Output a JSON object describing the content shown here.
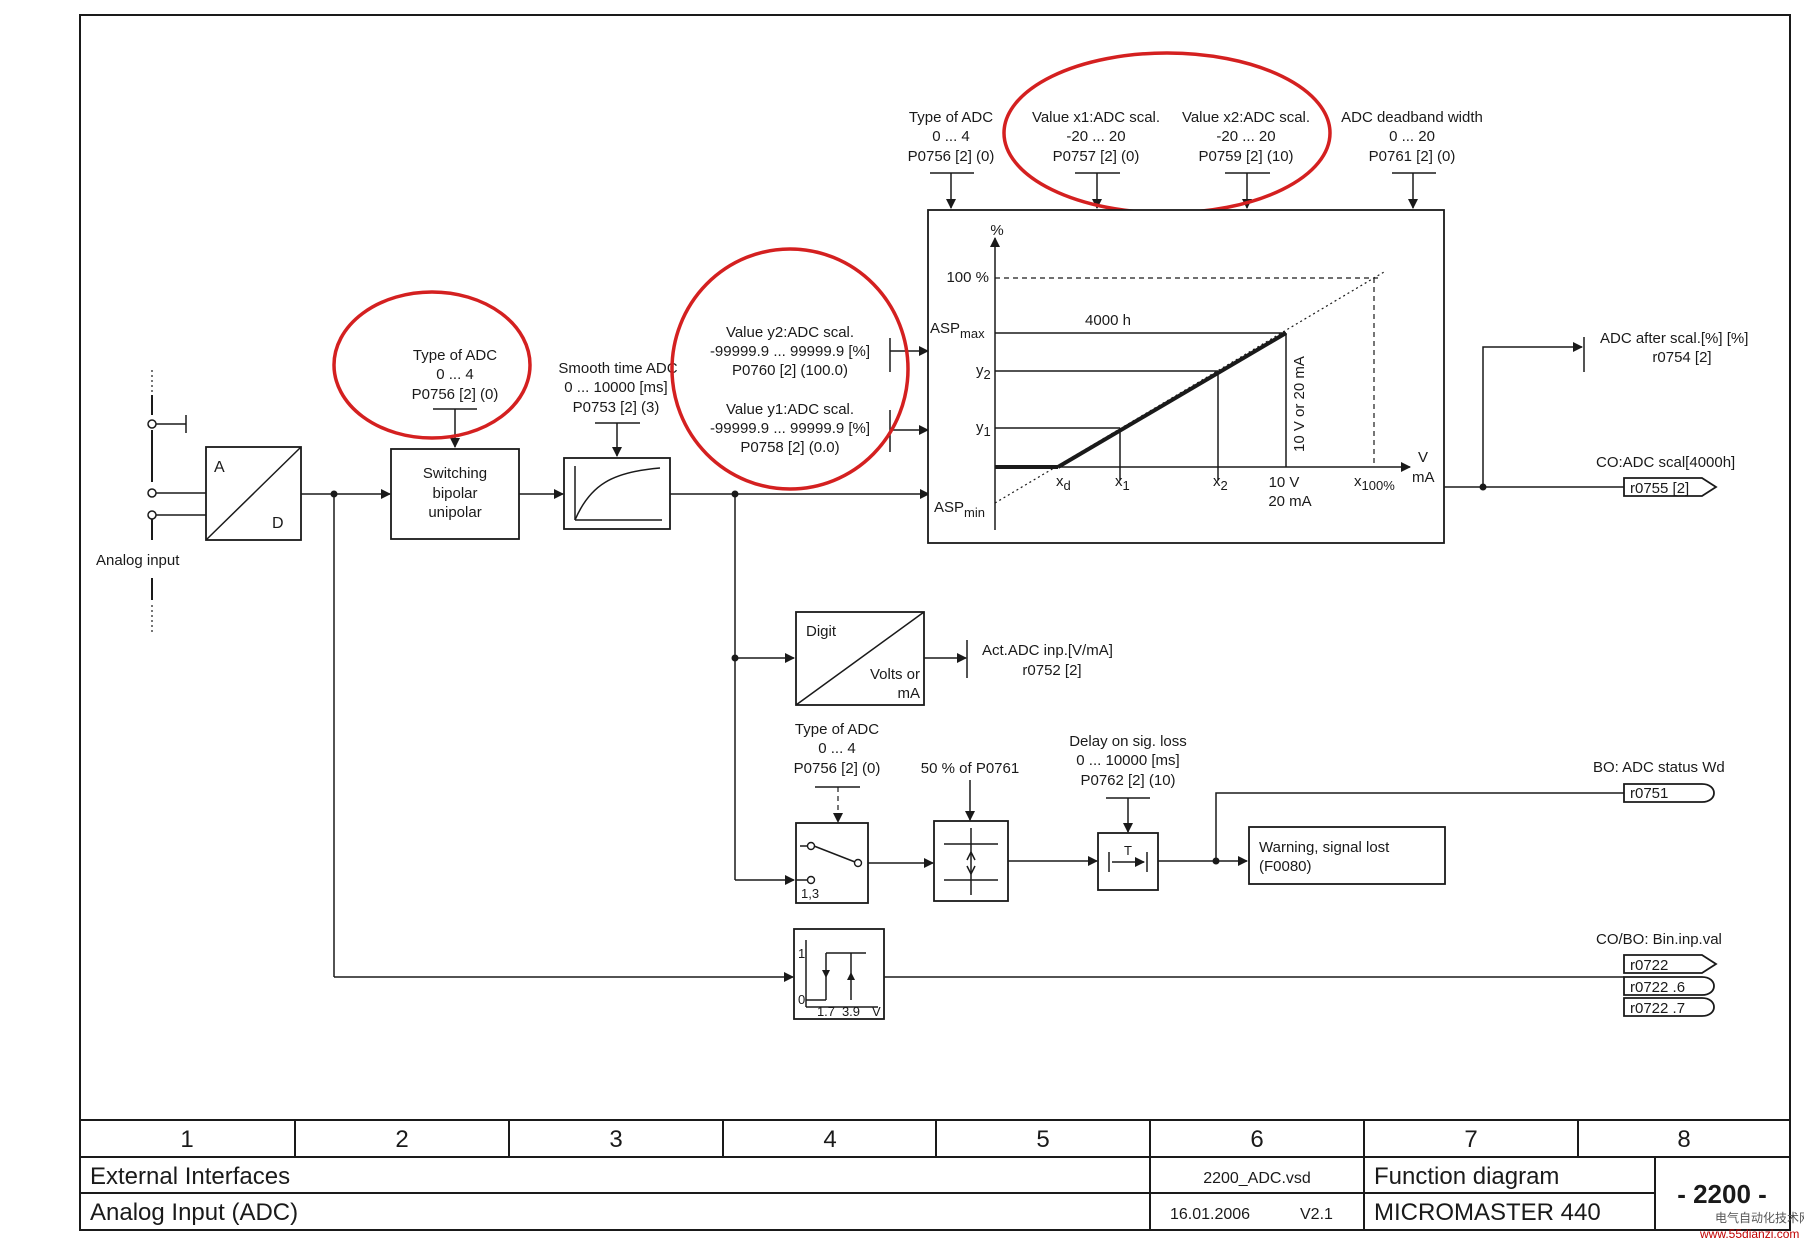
{
  "analog_input": {
    "label": "Analog input",
    "a": "A",
    "d": "D"
  },
  "switching": {
    "type_title": "Type of ADC",
    "type_range": "0 ... 4",
    "type_param": "P0756 [2] (0)",
    "line1": "Switching",
    "line2": "bipolar",
    "line3": "unipolar"
  },
  "smoothing": {
    "title": "Smooth time ADC",
    "range": "0 ... 10000  [ms]",
    "param": "P0753 [2] (3)"
  },
  "y2": {
    "title": "Value y2:ADC scal.",
    "range": "-99999.9 ... 99999.9  [%]",
    "param": "P0760 [2] (100.0)"
  },
  "y1": {
    "title": "Value y1:ADC scal.",
    "range": "-99999.9 ... 99999.9  [%]",
    "param": "P0758 [2] (0.0)"
  },
  "top_params": {
    "type_title": "Type of ADC",
    "type_range": "0 ... 4",
    "type_param": "P0756 [2] (0)",
    "x1_title": "Value x1:ADC scal.",
    "x1_range": "-20 ... 20",
    "x1_param": "P0757 [2] (0)",
    "x2_title": "Value x2:ADC scal.",
    "x2_range": "-20 ... 20",
    "x2_param": "P0759 [2] (10)",
    "db_title": "ADC deadband width",
    "db_range": "0 ... 20",
    "db_param": "P0761 [2] (0)"
  },
  "graph": {
    "percent": "%",
    "hundred": "100 %",
    "asp": "ASP",
    "max": "max",
    "min": "min",
    "val4000": "4000 h",
    "y": "y",
    "sub2": "2",
    "sub1": "1",
    "x": "x",
    "subd": "d",
    "sub100": "100%",
    "ten_v": "10 V",
    "twenty_ma": "20 mA",
    "vertical": "10 V or 20 mA",
    "v": "V",
    "ma": "mA"
  },
  "outputs": {
    "after_scal_title": "ADC after scal.[%] [%]",
    "after_scal_param": "r0754 [2]",
    "scal_title": "CO:ADC scal[4000h]",
    "scal_param": "r0755 [2]",
    "status_title": "BO: ADC status Wd",
    "status_param": "r0751",
    "bin_title": "CO/BO: Bin.inp.val",
    "bin1": "r0722",
    "bin2": "r0722 .6",
    "bin3": "r0722 .7"
  },
  "digit": {
    "digit": "Digit",
    "volts": "Volts or",
    "ma": "mA",
    "act_title": "Act.ADC inp.[V/mA]",
    "act_param": "r0752 [2]"
  },
  "selector": {
    "type_title": "Type of ADC",
    "type_range": "0 ... 4",
    "type_param": "P0756 [2] (0)",
    "pos": "1,3"
  },
  "deadband": {
    "label": "50 % of P0761"
  },
  "delay": {
    "title": "Delay on sig. loss",
    "range": "0 ... 10000  [ms]",
    "param": "P0762 [2] (10)",
    "tau": "T"
  },
  "warning": {
    "line1": "Warning, signal lost",
    "line2": "(F0080)"
  },
  "hyst": {
    "one": "1",
    "zero": "0",
    "t1": "1.7",
    "t2": "3.9",
    "v": "V"
  },
  "footer": {
    "cols": [
      "1",
      "2",
      "3",
      "4",
      "5",
      "6",
      "7",
      "8"
    ],
    "group": "External Interfaces",
    "title": "Analog Input (ADC)",
    "file": "2200_ADC.vsd",
    "date": "16.01.2006",
    "version": "V2.1",
    "kind": "Function diagram",
    "product": "MICROMASTER 440",
    "page": "- 2200 -"
  },
  "watermark": {
    "line1": "电气自动化技术网",
    "line2": "www.55dianzi.com"
  }
}
